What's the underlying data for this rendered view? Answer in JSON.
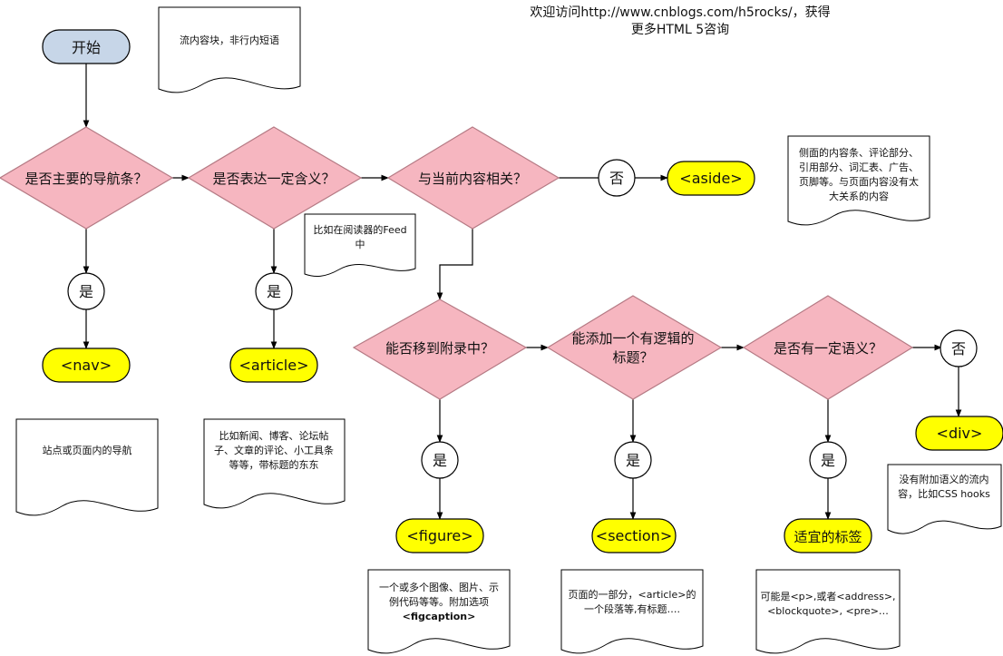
{
  "header": {
    "line1": "欢迎访问http://www.cnblogs.com/h5rocks/，获得",
    "line2": "更多HTML 5咨询"
  },
  "start": {
    "label": "开始"
  },
  "decisions": {
    "nav_q": "是否主要的导航条？",
    "meaning_q": "是否表达一定含义？",
    "related_q": "与当前内容相关？",
    "appendix_q": "能否移到附录中？",
    "heading_q_line1": "能添加一个有逻辑的",
    "heading_q_line2": "标题？",
    "semantic_q": "是否有一定语义？"
  },
  "answers": {
    "yes": "是",
    "no": "否"
  },
  "tags": {
    "nav": "<nav>",
    "article": "<article>",
    "aside": "<aside>",
    "figure": "<figure>",
    "section": "<section>",
    "suitable": "适宜的标签",
    "div": "<div>"
  },
  "notes": {
    "flow": [
      "流内容块，非行内短语"
    ],
    "nav": [
      "站点或页面内的导航"
    ],
    "article": [
      "比如新闻、博客、论坛帖",
      "子、文章的评论、小工具条",
      "等等，带标题的东东"
    ],
    "feed": [
      "比如在阅读器的Feed",
      "中"
    ],
    "aside": [
      "侧面的内容条、评论部分、",
      "引用部分、词汇表、广告、",
      "页脚等。与页面内容没有太",
      "大关系的内容"
    ],
    "figure": [
      "一个或多个图像、图片、示",
      "例代码等等。附加选项",
      "<figcaption>"
    ],
    "section": [
      "页面的一部分，<article>的",
      "一个段落等,有标题…."
    ],
    "suitable": [
      "可能是<p>,或者<address>,",
      "<blockquote>, <pre>…"
    ],
    "div": [
      "没有附加语义的流内",
      "容，比如CSS hooks"
    ]
  },
  "colors": {
    "decision_fill": "#f6b6c0",
    "decision_stroke": "#b57a84",
    "tag_fill": "#ffff00",
    "start_fill": "#c7d6e8",
    "line": "#000000"
  }
}
